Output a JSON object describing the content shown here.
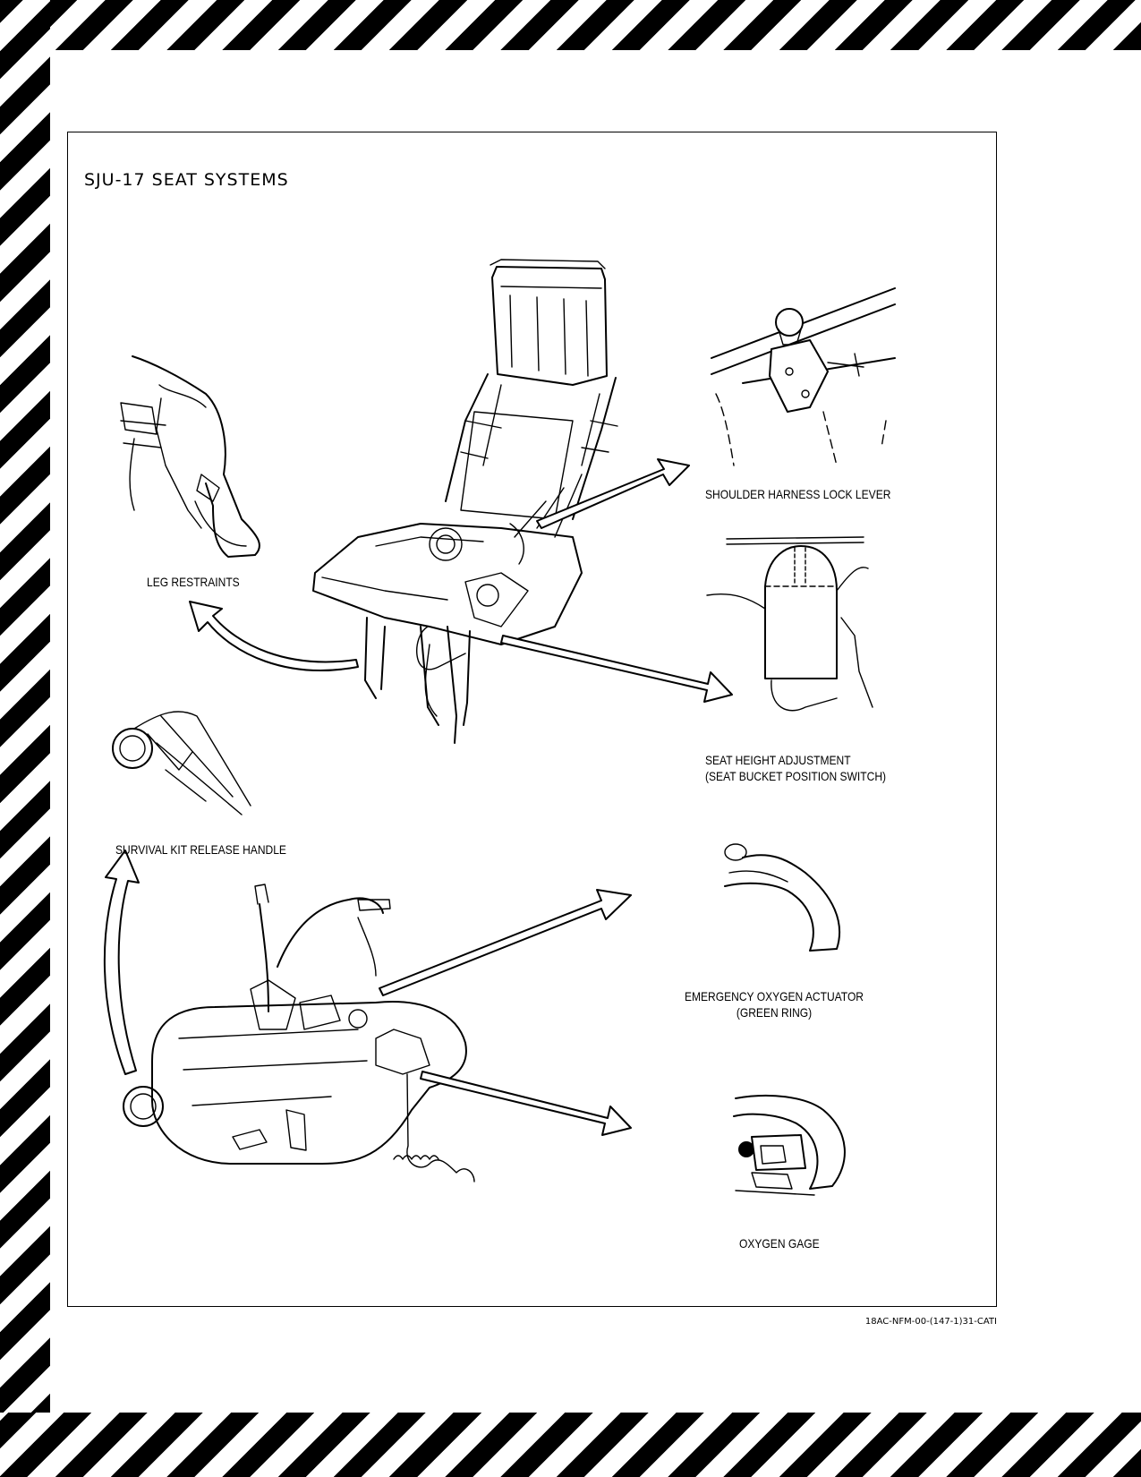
{
  "title": "SJU-17 SEAT SYSTEMS",
  "callouts": {
    "shoulder_harness": "SHOULDER HARNESS LOCK LEVER",
    "leg_restraints": "LEG RESTRAINTS",
    "seat_height_line1": "SEAT HEIGHT ADJUSTMENT",
    "seat_height_line2": "(SEAT BUCKET POSITION SWITCH)",
    "survival_kit": "SURVIVAL KIT RELEASE HANDLE",
    "emergency_oxygen_line1": "EMERGENCY OXYGEN ACTUATOR",
    "emergency_oxygen_line2": "(GREEN RING)",
    "oxygen_gage": "OXYGEN GAGE"
  },
  "document_id": "18AC-NFM-00-(147-1)31-CATI",
  "border_style": "black-white diagonal hazard stripes"
}
